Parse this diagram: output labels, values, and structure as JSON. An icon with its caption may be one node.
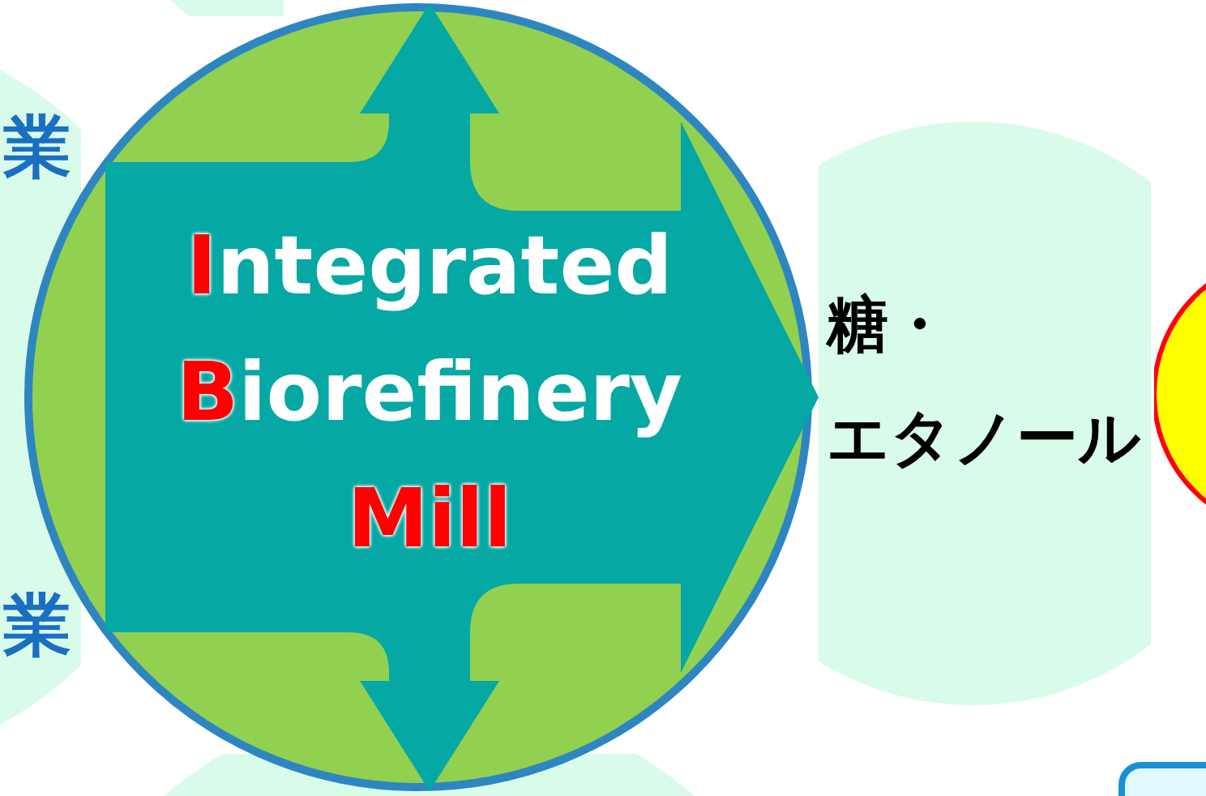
{
  "diagram": {
    "nodes": [
      {
        "text": [],
        "shape": "circle"
      },
      {
        "text": [
          "業",
          "業"
        ]
      },
      {
        "text": [
          "Integrated Biorefinery Mill"
        ]
      },
      {
        "text": [
          "糖・",
          "エタノール"
        ]
      },
      {
        "text": [],
        "shape": "circle"
      },
      {
        "text": [],
        "shape": "circle"
      },
      {
        "text": [],
        "shape": "box"
      }
    ]
  }
}
